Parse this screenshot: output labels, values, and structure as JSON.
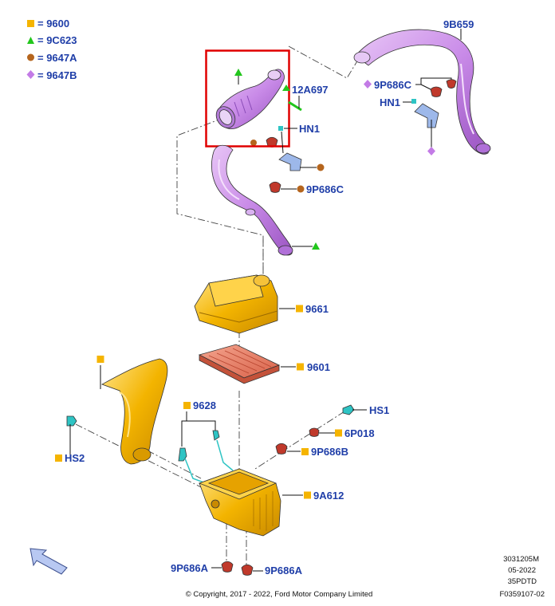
{
  "legend": [
    {
      "label": "= 9600",
      "marker": "square",
      "color": "#f5b400"
    },
    {
      "label": "= 9C623",
      "marker": "triangle",
      "color": "#22c61c"
    },
    {
      "label": "= 9647A",
      "marker": "circle",
      "color": "#b5651d"
    },
    {
      "label": "= 9647B",
      "marker": "diamond",
      "color": "#c37be6"
    }
  ],
  "callouts": {
    "duct_upper_right": "9B659",
    "tube_12a697": "12A697",
    "clip_hn1_left": "HN1",
    "clip_9p686c_left": "9P686C",
    "clip_9p686c_right": "9P686C",
    "clip_hn1_right": "HN1",
    "resonator_9661": "9661",
    "filter_9601": "9601",
    "hose_9628": "9628",
    "clip_hs1": "HS1",
    "part_6p018": "6P018",
    "hs2": "HS2",
    "grommet_9p686b": "9P686B",
    "housing_9a612": "9A612",
    "grommet_9p686a_left": "9P686A",
    "grommet_9p686a_right": "9P686A"
  },
  "footer": {
    "copyright": "© Copyright, 2017 - 2022, Ford Motor Company Limited",
    "code1": "3031205M",
    "code2": "05-2022",
    "code3": "35PDTD",
    "code4": "F0359107-02"
  },
  "colors": {
    "label_blue": "#1f3ea8",
    "purple_part": "#c98be8",
    "yellow_part": "#f3b400",
    "filter_red": "#e9836a",
    "highlight_red": "#e00000"
  },
  "icons": {
    "direction_arrow": "arrow-up-left-icon"
  }
}
